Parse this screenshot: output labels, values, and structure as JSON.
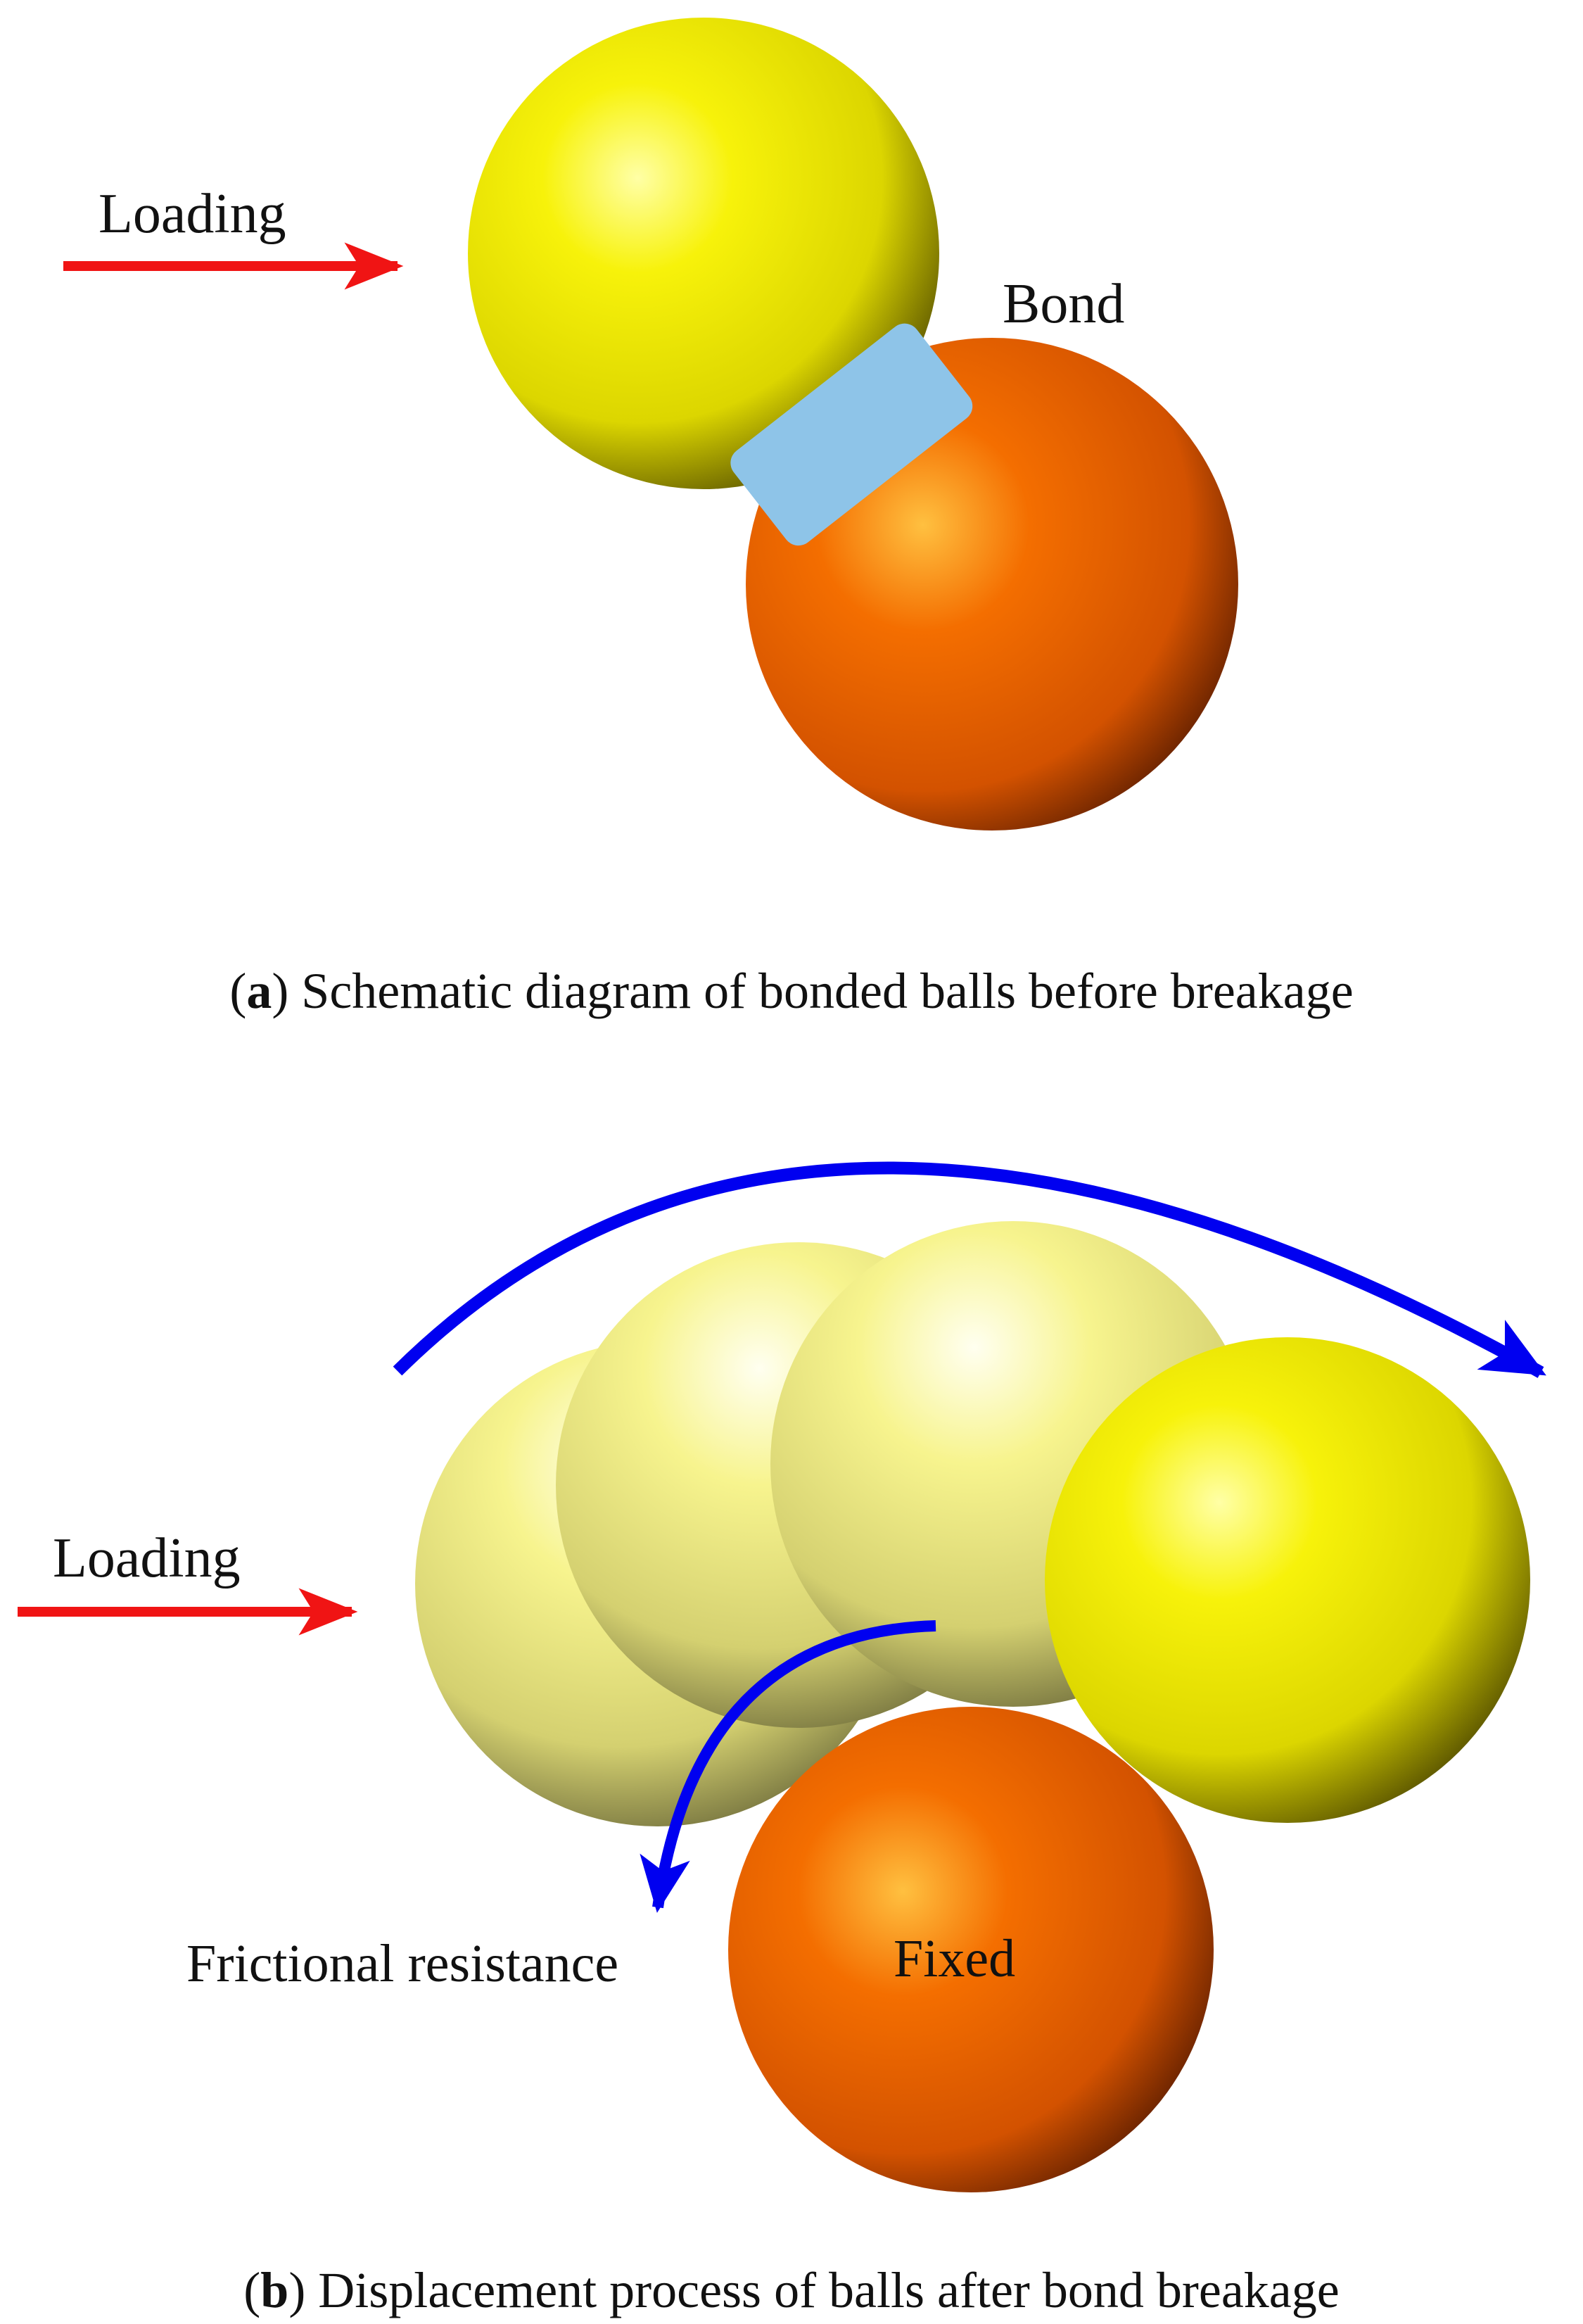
{
  "panel_a": {
    "loading_label": "Loading",
    "bond_label": "Bond",
    "caption": {
      "open_paren": "(",
      "letter": "a",
      "text": ") Schematic diagram of bonded balls before breakage"
    }
  },
  "panel_b": {
    "loading_label": "Loading",
    "friction_label": "Frictional resistance",
    "fixed_label": "Fixed",
    "caption": {
      "open_paren": "(",
      "letter": "b",
      "text": ") Displacement process of balls after bond breakage"
    }
  },
  "colors": {
    "loading_arrow": "#f01414",
    "rotation_arrow": "#0000f0",
    "bond": "#8ec4e8",
    "yellow_ball": "#f5f000",
    "orange_ball": "#f27000",
    "ghost_ball": "#f2ee88"
  }
}
